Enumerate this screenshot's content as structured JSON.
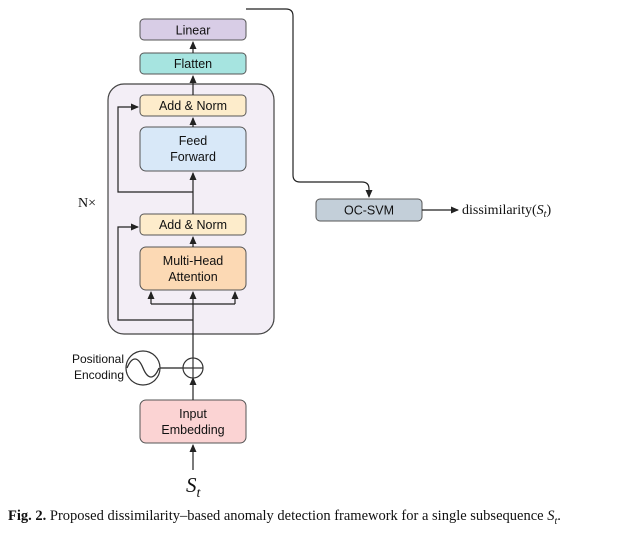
{
  "blocks": {
    "linear": "Linear",
    "flatten": "Flatten",
    "add_norm_top": "Add & Norm",
    "feed_forward": [
      "Feed",
      "Forward"
    ],
    "add_norm_bottom": "Add & Norm",
    "multi_head_attention": [
      "Multi-Head",
      "Attention"
    ],
    "input_embedding": [
      "Input",
      "Embedding"
    ],
    "oc_svm": "OC-SVM"
  },
  "labels": {
    "repeat": "N×",
    "positional_encoding": [
      "Positional",
      "Encoding"
    ],
    "input_symbol": "S",
    "input_subscript": "t",
    "output_prefix": "dissimilarity(",
    "output_symbol": "S",
    "output_subscript": "t",
    "output_suffix": ")"
  },
  "caption": {
    "label": "Fig. 2.",
    "text": "Proposed dissimilarity–based anomaly detection framework for a single subsequence ",
    "symbol": "S",
    "subscript": "t",
    "end": "."
  },
  "colors": {
    "linear": "#d8cde6",
    "flatten": "#a6e4e0",
    "add_norm": "#fdeccb",
    "feed_forward": "#d8e8f8",
    "attention": "#fcd9b4",
    "input_embedding": "#fbd3d3",
    "oc_svm": "#c3cfd9",
    "encoder_block": "#f3eef6"
  }
}
